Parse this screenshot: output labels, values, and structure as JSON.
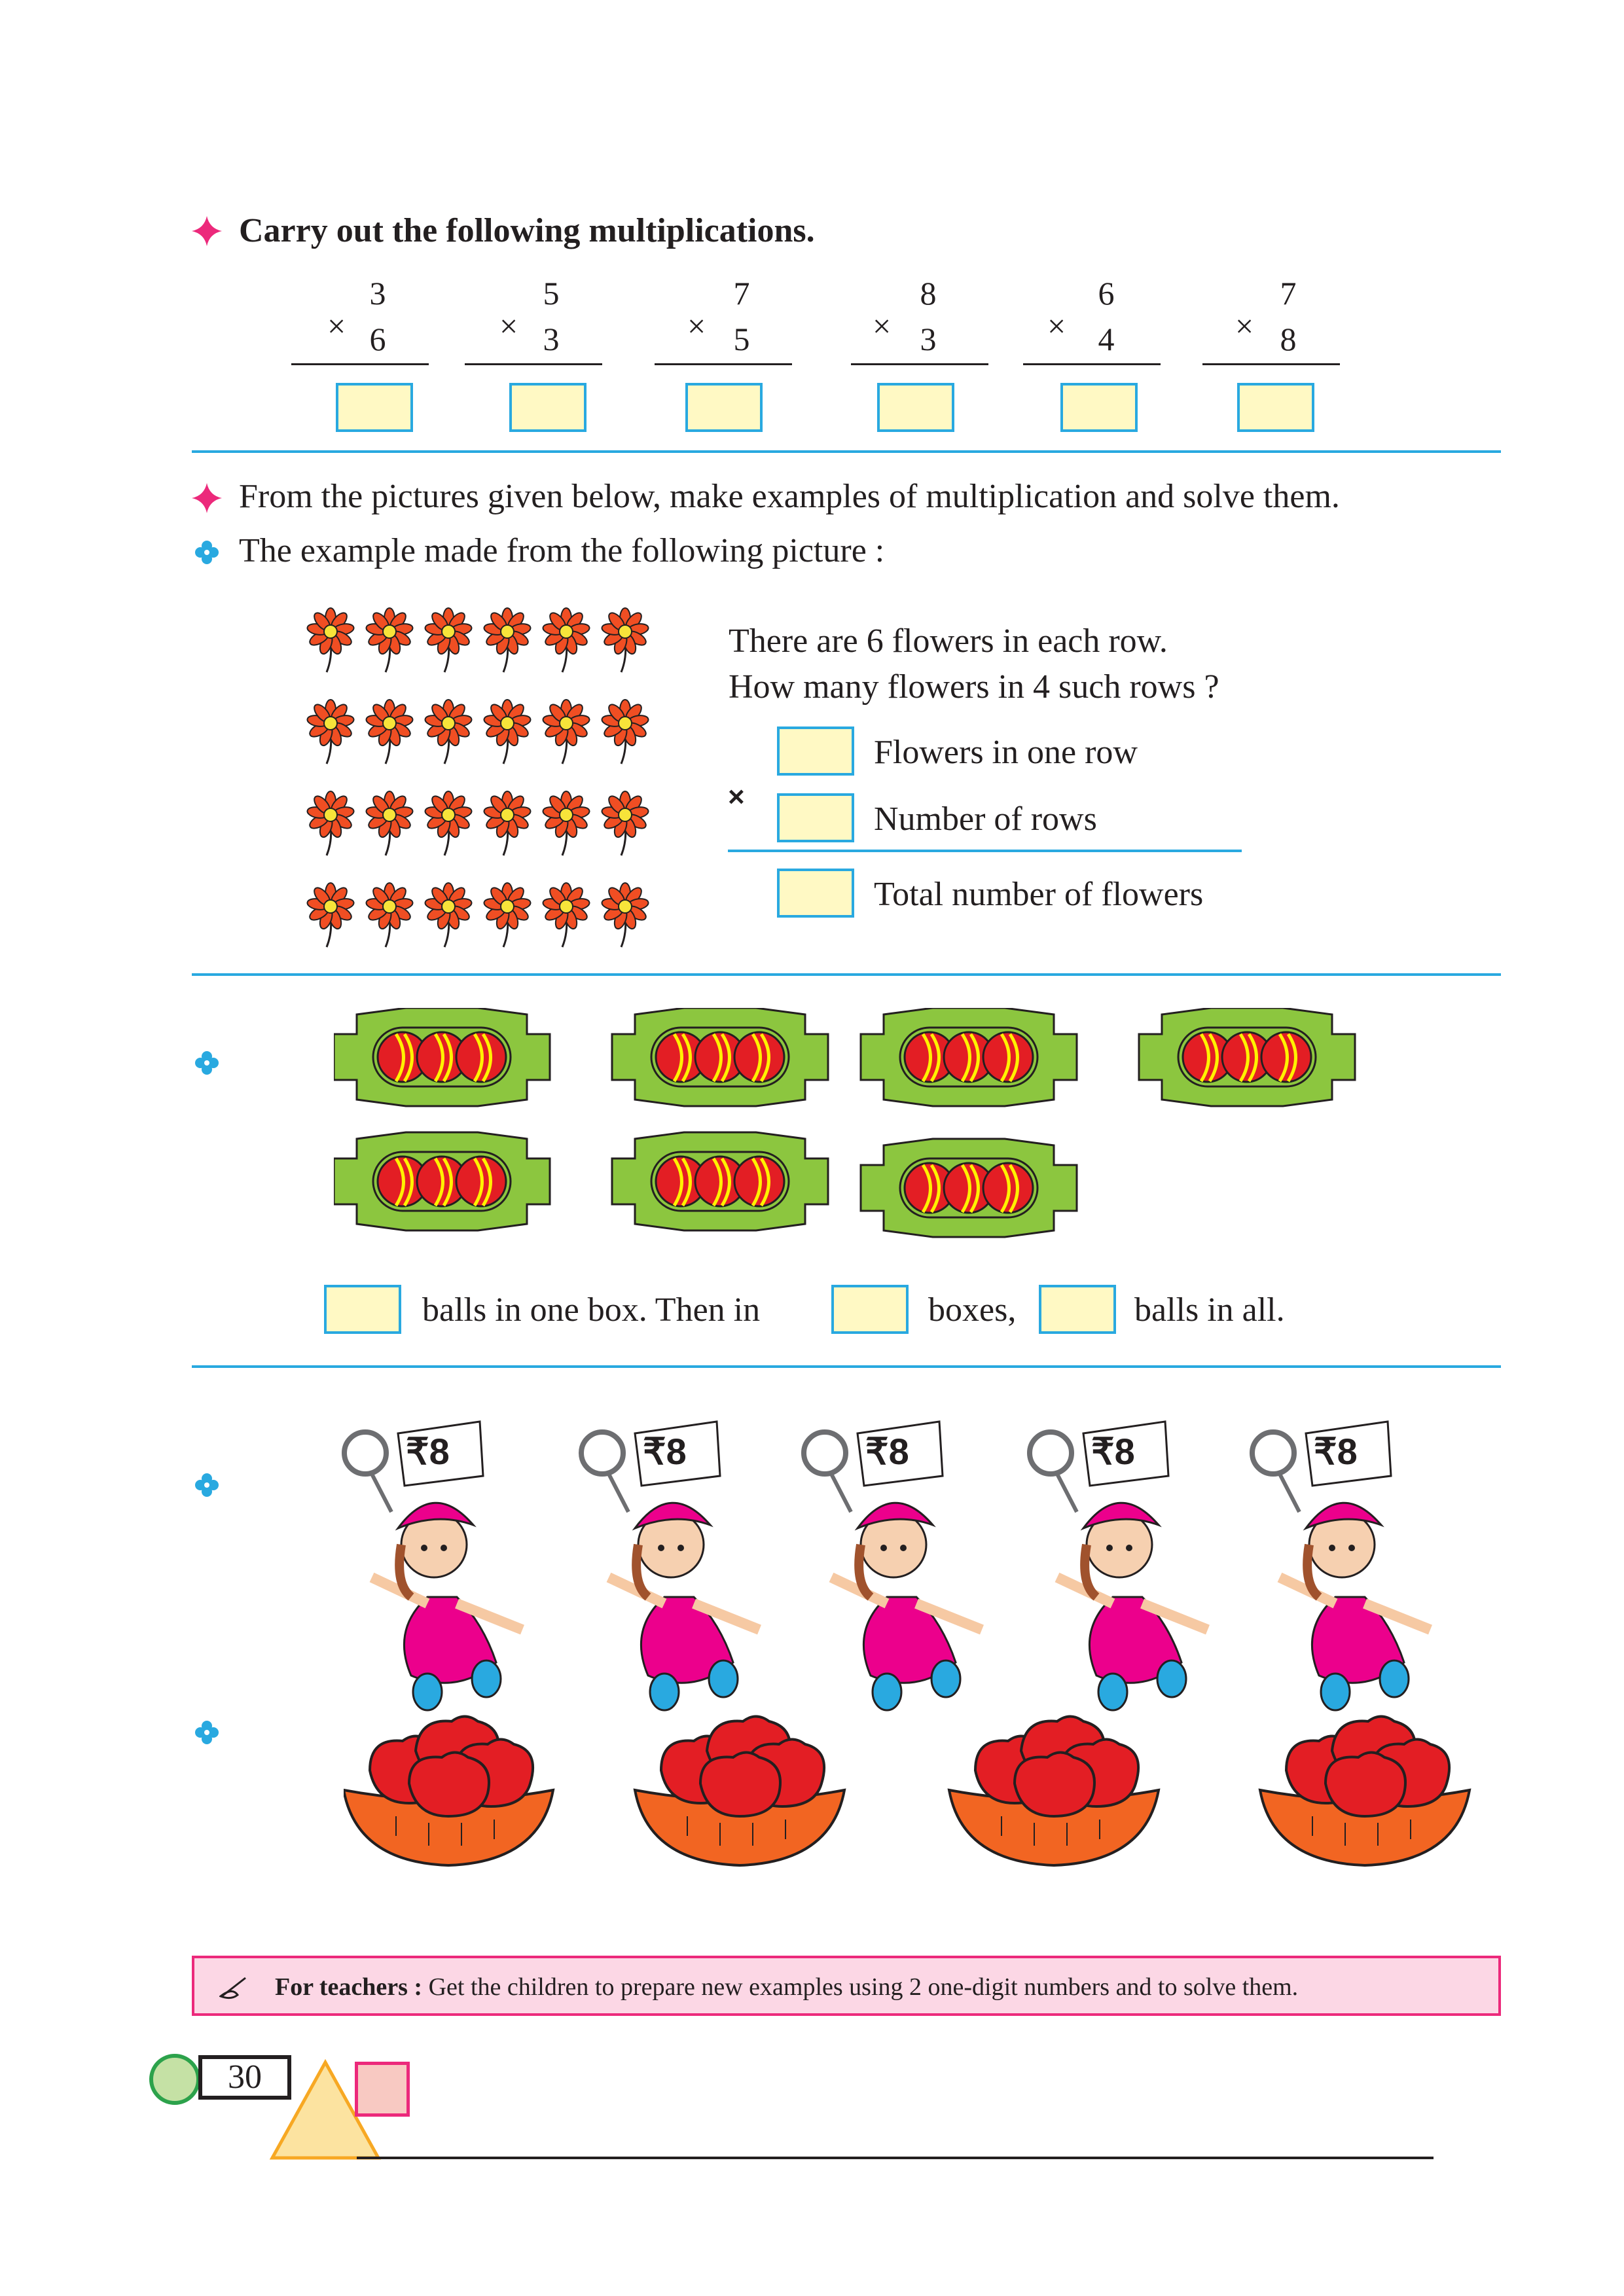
{
  "section1": {
    "title": "Carry out the following multiplications.",
    "problems": [
      {
        "top": "3",
        "bottom": "6",
        "sign": "×"
      },
      {
        "top": "5",
        "bottom": "3",
        "sign": "×"
      },
      {
        "top": "7",
        "bottom": "5",
        "sign": "×"
      },
      {
        "top": "8",
        "bottom": "3",
        "sign": "×"
      },
      {
        "top": "6",
        "bottom": "4",
        "sign": "×"
      },
      {
        "top": "7",
        "bottom": "8",
        "sign": "×"
      }
    ]
  },
  "section2": {
    "title": "From the pictures given below, make examples of multiplication and solve them.",
    "subtitle": "The example made from the following picture :",
    "question_line1": "There are 6 flowers in each row.",
    "question_line2": "How many flowers in 4 such rows ?",
    "label_row": "Flowers in one row",
    "label_rows": "Number of rows",
    "label_total": "Total number of flowers",
    "times_sign": "×"
  },
  "section3": {
    "text1": "balls in one box.  Then in",
    "text2": "boxes,",
    "text3": "balls in all."
  },
  "section4": {
    "price_tag": "₹8"
  },
  "teacher_note": {
    "label": "For teachers :",
    "text": "Get the children to prepare new examples using 2 one-digit numbers and to solve them."
  },
  "footer": {
    "page_number": "30"
  },
  "colors": {
    "accent_blue": "#29a9e0",
    "accent_pink": "#ec297b",
    "answer_box_fill": "#fff9c4"
  }
}
